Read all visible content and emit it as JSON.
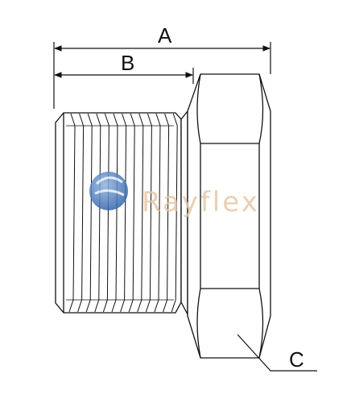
{
  "dimensions": {
    "a_label": "A",
    "b_label": "B",
    "c_label": "C"
  },
  "watermark": {
    "brand": "Rayflex",
    "colors": {
      "globe": "#2f62a8",
      "text": "#e6c8a8"
    }
  },
  "colors": {
    "line": "#111111",
    "background": "#ffffff"
  }
}
